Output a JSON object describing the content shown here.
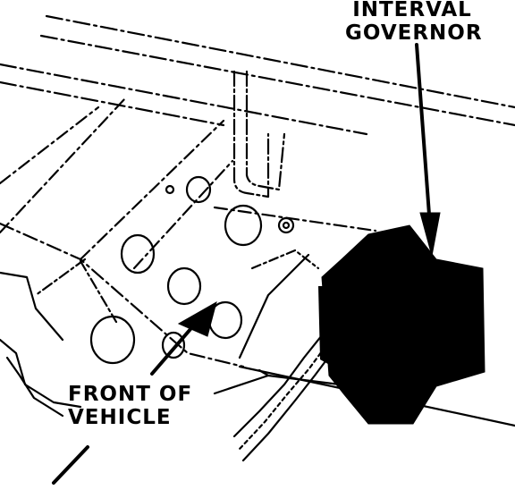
{
  "labels": {
    "governor_line1": "INTERVAL",
    "governor_line2": "GOVERNOR",
    "front_line1": "FRONT OF",
    "front_line2": "VEHICLE"
  },
  "colors": {
    "ink": "#000000",
    "paper": "#ffffff"
  }
}
